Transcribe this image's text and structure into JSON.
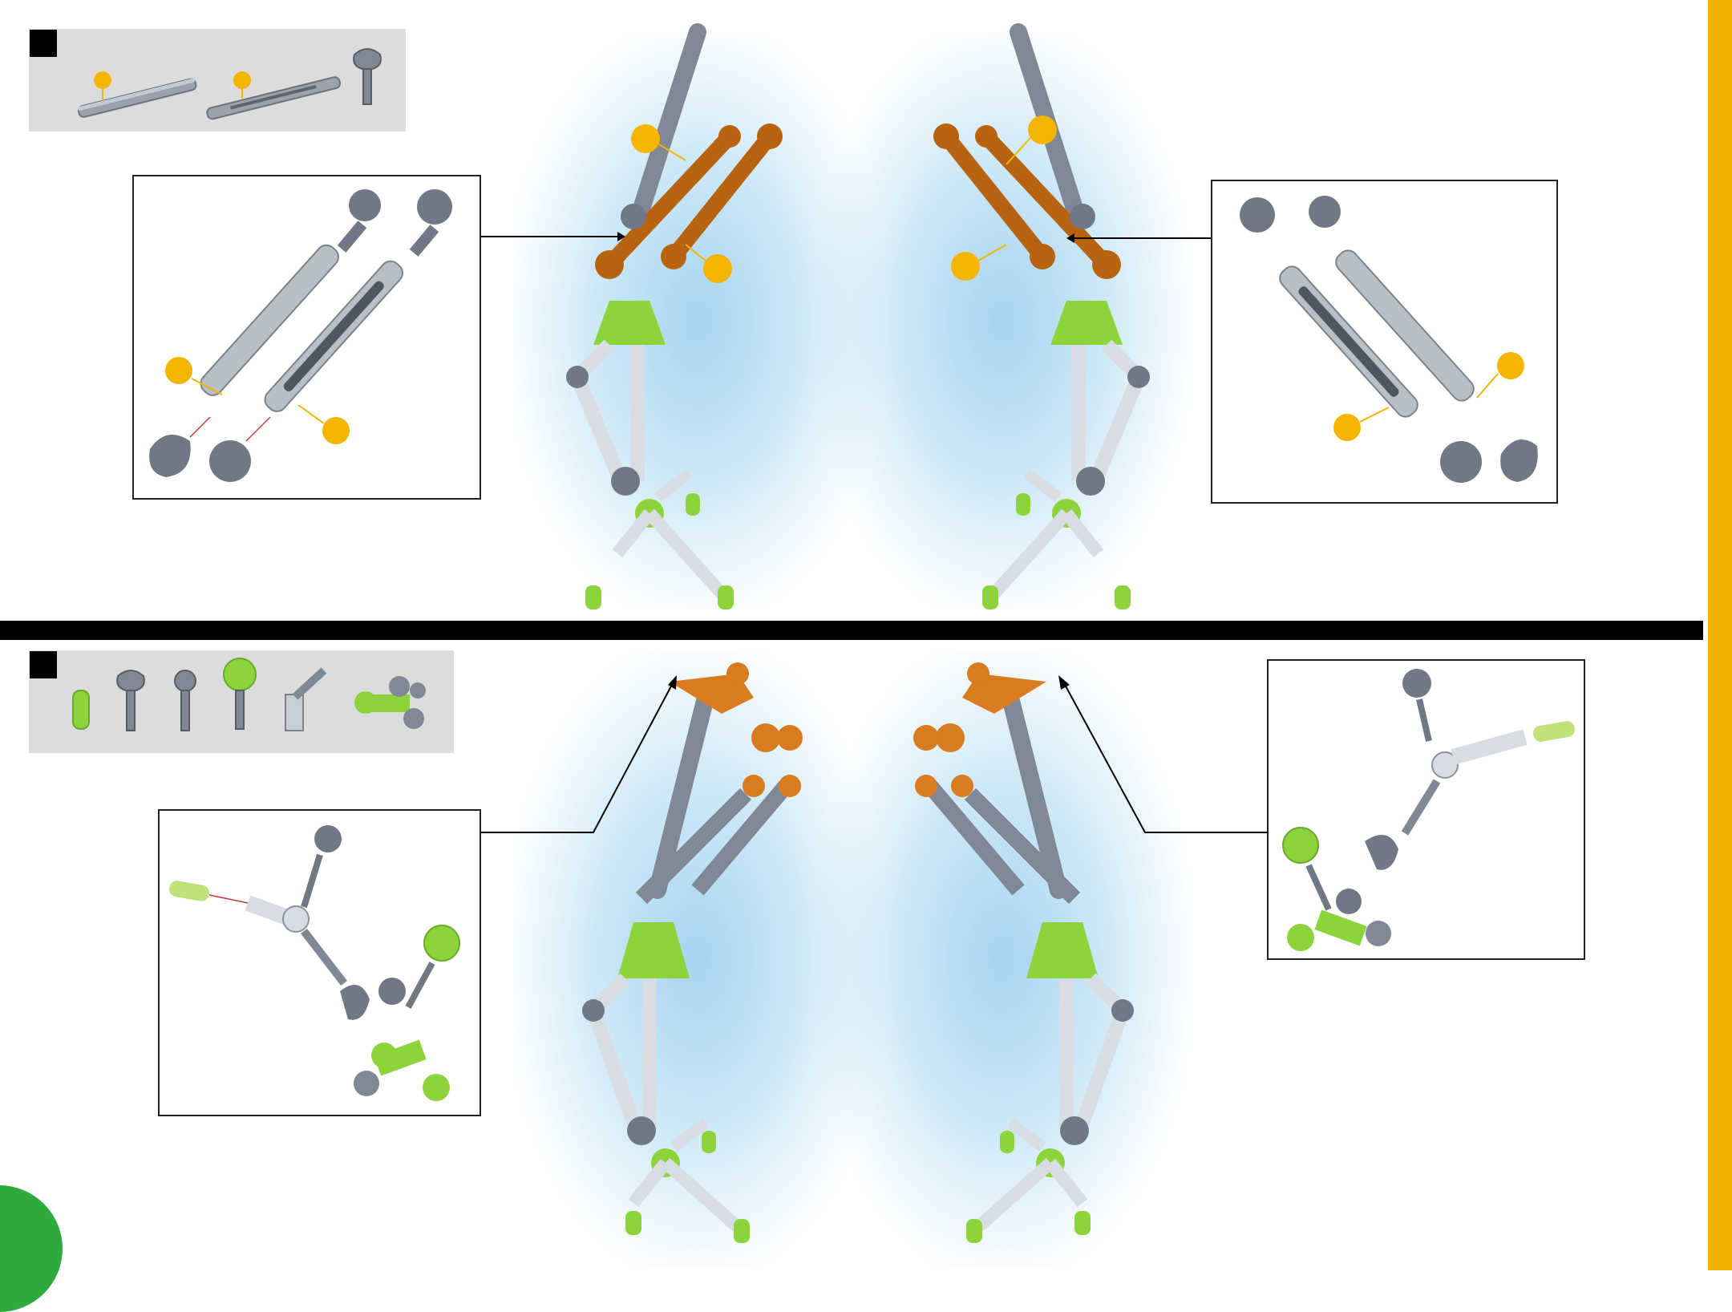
{
  "colors": {
    "accent_stripe": "#f2b100",
    "page_circle": "#2eaa3e",
    "callout_badge": "#f5b400",
    "divider": "#000000",
    "parts_box": "#dcdcdc",
    "highlight_part": "#b8630f",
    "lime_part": "#8dd43c",
    "gray_part": "#7f8894",
    "light_part": "#d8dde3"
  },
  "steps": [
    {
      "id": "step-1",
      "parts": [
        {
          "icon": "long-tube-icon",
          "callout": true
        },
        {
          "icon": "slotted-tube-icon",
          "callout": true
        },
        {
          "icon": "cup-joint-icon",
          "callout": false
        }
      ],
      "detail_callouts": 2,
      "highlight_callouts": 4
    },
    {
      "id": "step-2",
      "parts": [
        {
          "icon": "lime-peg-icon"
        },
        {
          "icon": "cup-joint-icon"
        },
        {
          "icon": "ball-joint-icon"
        },
        {
          "icon": "lime-ball-joint-icon"
        },
        {
          "icon": "angled-connector-icon"
        },
        {
          "icon": "lime-hub-icon"
        }
      ]
    }
  ]
}
